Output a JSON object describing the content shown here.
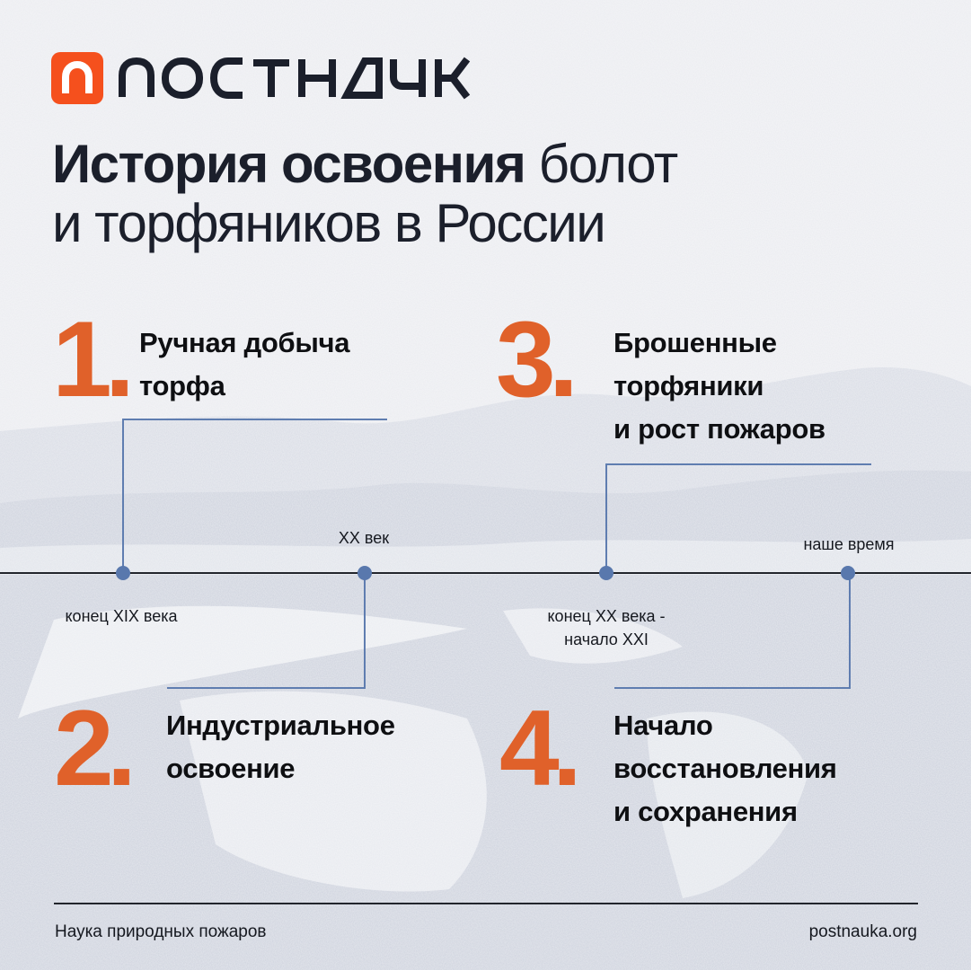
{
  "brand": {
    "logo_icon": "postnauka-n-icon",
    "logo_text": "постнаука",
    "accent_color": "#f5501d"
  },
  "header": {
    "title_bold": "История освоения",
    "title_regular_line1": "болот",
    "title_regular_line2": "и торфяников в России"
  },
  "timeline": {
    "line_color": "#22252c",
    "marker_color": "#5978ad",
    "eras": [
      {
        "label": "конец XIX века"
      },
      {
        "label": "XX век"
      },
      {
        "label_line1": "конец XX века -",
        "label_line2": "начало XXI"
      },
      {
        "label": "наше время"
      }
    ]
  },
  "steps": [
    {
      "number": "1.",
      "line1": "Ручная добыча",
      "line2": "торфа"
    },
    {
      "number": "2.",
      "line1": "Индустриальное",
      "line2": "освоение"
    },
    {
      "number": "3.",
      "line1": "Брошенные",
      "line2": "торфяники",
      "line3": "и рост пожаров"
    },
    {
      "number": "4.",
      "line1": "Начало",
      "line2": "восстановления",
      "line3": "и сохранения"
    }
  ],
  "number_color": "#e0612a",
  "footer": {
    "left": "Наука природных пожаров",
    "right": "postnauka.org"
  }
}
